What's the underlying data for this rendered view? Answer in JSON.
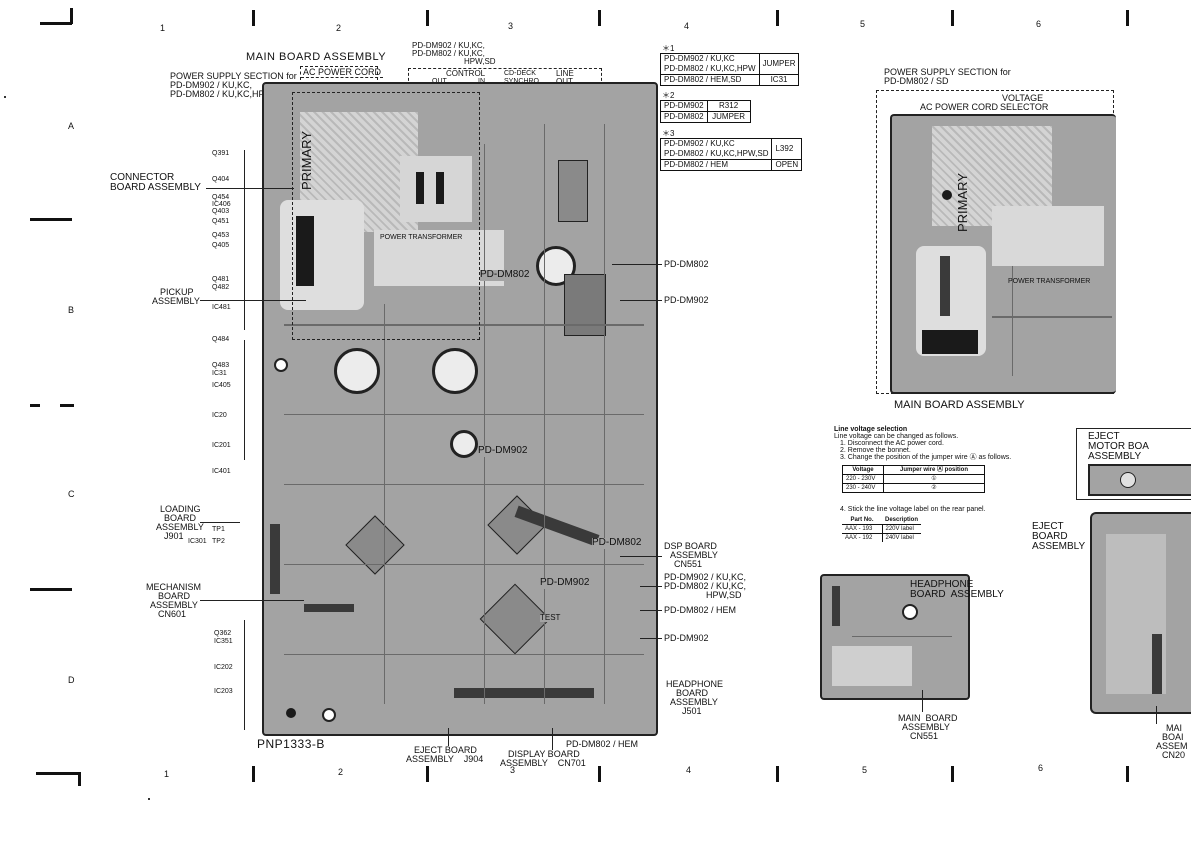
{
  "grid": {
    "columns": [
      "1",
      "2",
      "3",
      "4",
      "5",
      "6"
    ],
    "rows": [
      "A",
      "B",
      "C",
      "D"
    ]
  },
  "left": {
    "main_title": "MAIN BOARD ASSEMBLY",
    "power_section_label": "POWER SUPPLY SECTION for",
    "power_section_models": [
      "PD-DM902 / KU,KC,",
      "PD-DM802 / KU,KC,HPW,HEM"
    ],
    "ac_power_cord": "AC POWER CORD",
    "top_models": [
      "PD-DM902 / KU,KC,",
      "PD-DM802 / KU,KC,",
      "HPW,SD"
    ],
    "control_label": "CONTROL",
    "control_out": "OUT",
    "control_in": "IN",
    "cd_deck_label": "CD-DECK",
    "synchro_label": "SYNCHRO",
    "line_label": "LINE",
    "line_out": "OUT",
    "primary_label": "PRIMARY",
    "power_transformer": "POWER TRANSFORMER",
    "pcb_code": "PNP1333-B",
    "connector_board": [
      "CONNECTOR",
      "BOARD ASSEMBLY"
    ],
    "pickup_assembly": [
      "PICKUP",
      "ASSEMBLY"
    ],
    "loading_board": [
      "LOADING",
      "BOARD",
      "ASSEMBLY",
      "J901"
    ],
    "mechanism_board": [
      "MECHANISM",
      "BOARD",
      "ASSEMBLY",
      "CN601"
    ],
    "tp_labels": [
      "TP1",
      "TP2"
    ],
    "ic301": "IC301",
    "side_refs": [
      "Q391",
      "Q404",
      "Q454",
      "IC406",
      "Q403",
      "Q451",
      "Q453",
      "Q405",
      "Q481",
      "Q482",
      "IC481",
      "Q484",
      "Q483",
      "IC31",
      "IC405",
      "IC20",
      "IC201",
      "IC401",
      "Q362",
      "IC351",
      "IC202",
      "IC203"
    ],
    "right_callouts": {
      "dm802_a": "PD-DM802",
      "dm902_a": "PD-DM902",
      "dsp_board": [
        "DSP BOARD",
        "ASSEMBLY",
        "CN551"
      ],
      "dm902_multi": [
        "PD-DM902 / KU,KC,",
        "PD-DM802 / KU,KC,",
        "HPW,SD"
      ],
      "dm802_hem": "PD-DM802 / HEM",
      "dm902_b": "PD-DM902",
      "headphone_board": [
        "HEADPHONE",
        "BOARD",
        "ASSEMBLY",
        "J501"
      ]
    },
    "board_overlays": {
      "dm802_center": "PD-DM802",
      "dm902_center": "PD-DM902",
      "dm802_lower": "PD-DM802",
      "dm902_lower": "PD-DM902",
      "test_label": "TEST"
    },
    "bottom_labels": {
      "eject_board": [
        "EJECT BOARD",
        "ASSEMBLY    J904"
      ],
      "display_board": [
        "DISPLAY BOARD",
        "ASSEMBLY    CN701"
      ],
      "dm802_hem": "PD-DM802 / HEM"
    }
  },
  "notes": {
    "note1": {
      "mark": "＊1",
      "rows": [
        {
          "models": [
            "PD-DM902 / KU,KC",
            "PD-DM802 / KU,KC,HPW"
          ],
          "value": "JUMPER"
        },
        {
          "models": [
            "PD-DM802 / HEM,SD"
          ],
          "value": "IC31"
        }
      ]
    },
    "note2": {
      "mark": "＊2",
      "rows": [
        {
          "models": [
            "PD-DM902"
          ],
          "value": "R312"
        },
        {
          "models": [
            "PD-DM802"
          ],
          "value": "JUMPER"
        }
      ]
    },
    "note3": {
      "mark": "＊3",
      "rows": [
        {
          "models": [
            "PD-DM902 / KU,KC",
            "PD-DM802 / KU,KC,HPW,SD"
          ],
          "value": "L392"
        },
        {
          "models": [
            "PD-DM802 / HEM"
          ],
          "value": "OPEN"
        }
      ]
    }
  },
  "right": {
    "power_section_label": "POWER SUPPLY SECTION for",
    "power_section_model": "PD-DM802 / SD",
    "ac_power_cord": "AC POWER CORD",
    "voltage_selector": [
      "VOLTAGE",
      "SELECTOR"
    ],
    "primary_label": "PRIMARY",
    "power_transformer": "POWER TRANSFORMER",
    "main_board": "MAIN BOARD ASSEMBLY"
  },
  "line_voltage": {
    "title": "Line voltage selection",
    "intro": "Line voltage can be changed as follows.",
    "steps": [
      "1. Disconnect the AC power cord.",
      "2. Remove the bonnet.",
      "3. Change the position of the jumper wire Ⓐ as follows."
    ],
    "table_headers": [
      "Voltage",
      "Jumper wire Ⓐ position"
    ],
    "table_rows": [
      [
        "220 - 230V",
        "①"
      ],
      [
        "230 - 240V",
        "②"
      ]
    ],
    "step4": "4. Stick the line voltage label on the rear panel.",
    "label_headers": [
      "Part No.",
      "Description"
    ],
    "label_rows": [
      [
        "AAX - 193",
        "220V label"
      ],
      [
        "AAX - 192",
        "240V label"
      ]
    ]
  },
  "headphone": {
    "title": [
      "HEADPHONE",
      "BOARD  ASSEMBLY"
    ],
    "main_board": [
      "MAIN  BOARD",
      "ASSEMBLY",
      "CN551"
    ]
  },
  "eject": {
    "title": [
      "EJECT",
      "MOTOR BOA",
      "ASSEMBLY"
    ],
    "board": [
      "EJECT",
      "BOARD",
      "ASSEMBLY"
    ],
    "main_partial": [
      "MAI",
      "BOAI",
      "ASSEM",
      "CN20"
    ]
  },
  "colors": {
    "pcb": "#a3a3a3",
    "pcb_light": "#cfcfcf",
    "ink": "#111111"
  }
}
